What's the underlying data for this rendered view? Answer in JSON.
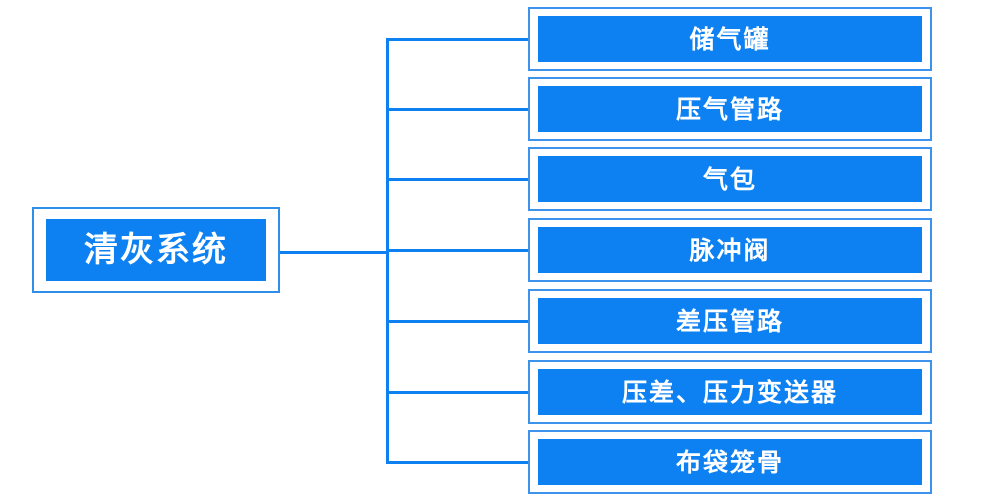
{
  "diagram": {
    "type": "tree",
    "orientation": "left-to-right",
    "title": "清灰系统",
    "colors": {
      "node_fill": "#0d80f2",
      "node_border": "#3d93ec",
      "connector": "#0d80f2",
      "label_text": "#ffffff",
      "background": "#ffffff"
    },
    "root": {
      "label": "清灰系统"
    },
    "children": [
      {
        "label": "储气罐"
      },
      {
        "label": "压气管路"
      },
      {
        "label": "气包"
      },
      {
        "label": "脉冲阀"
      },
      {
        "label": "差压管路"
      },
      {
        "label": "压差、压力变送器"
      },
      {
        "label": "布袋笼骨"
      }
    ]
  }
}
